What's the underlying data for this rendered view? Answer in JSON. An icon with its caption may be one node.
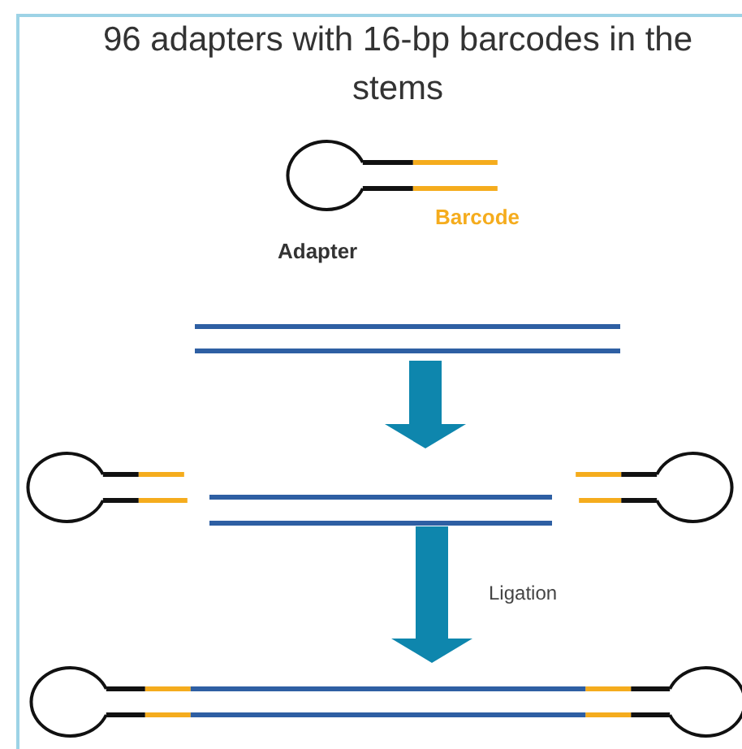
{
  "diagram": {
    "title": "96 adapters with 16-bp barcodes in the stems",
    "nodes": [
      {
        "text": [],
        "shape": "picture"
      },
      {
        "text": [],
        "shape": "picture"
      },
      {
        "text": [],
        "shape": "picture"
      }
    ],
    "edges": [
      {
        "from": 0,
        "to": 1,
        "arrow": "to",
        "style": "thick"
      },
      {
        "from": 1,
        "to": 2,
        "arrow": "to",
        "style": "thick",
        "label": "Ligation"
      }
    ],
    "labels": [
      "Barcode",
      "Adapter"
    ]
  }
}
